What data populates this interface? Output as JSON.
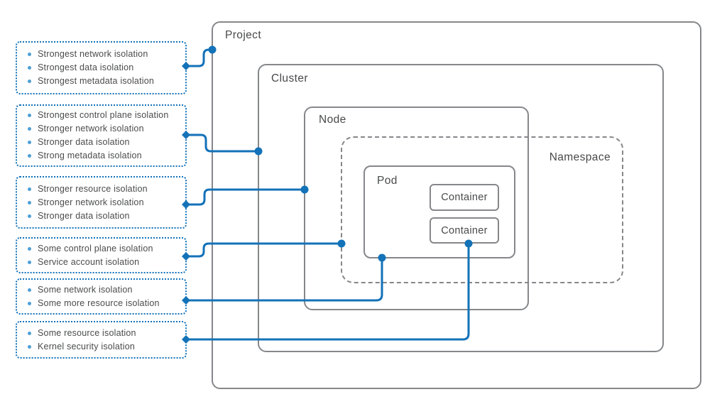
{
  "diagram": {
    "labels": {
      "project": "Project",
      "cluster": "Cluster",
      "node": "Node",
      "namespace": "Namespace",
      "pod": "Pod",
      "container": "Container"
    }
  },
  "callouts": [
    {
      "target": "project",
      "items": [
        "Strongest network isolation",
        "Strongest data isolation",
        "Strongest metadata isolation"
      ]
    },
    {
      "target": "cluster",
      "items": [
        "Strongest control plane isolation",
        "Stronger network isolation",
        "Stronger data isolation",
        "Strong metadata isolation"
      ]
    },
    {
      "target": "node",
      "items": [
        "Stronger resource isolation",
        "Stronger network isolation",
        "Stronger data isolation"
      ]
    },
    {
      "target": "namespace",
      "items": [
        "Some control plane isolation",
        "Service account isolation"
      ]
    },
    {
      "target": "pod",
      "items": [
        "Some network isolation",
        "Some more resource isolation"
      ]
    },
    {
      "target": "container",
      "items": [
        "Some resource isolation",
        "Kernel security isolation"
      ]
    }
  ],
  "colors": {
    "accent_blue": "#1372b8",
    "bullet_blue": "#4d9fd6",
    "border_gray": "#85878a",
    "text_dark": "#48494b"
  }
}
